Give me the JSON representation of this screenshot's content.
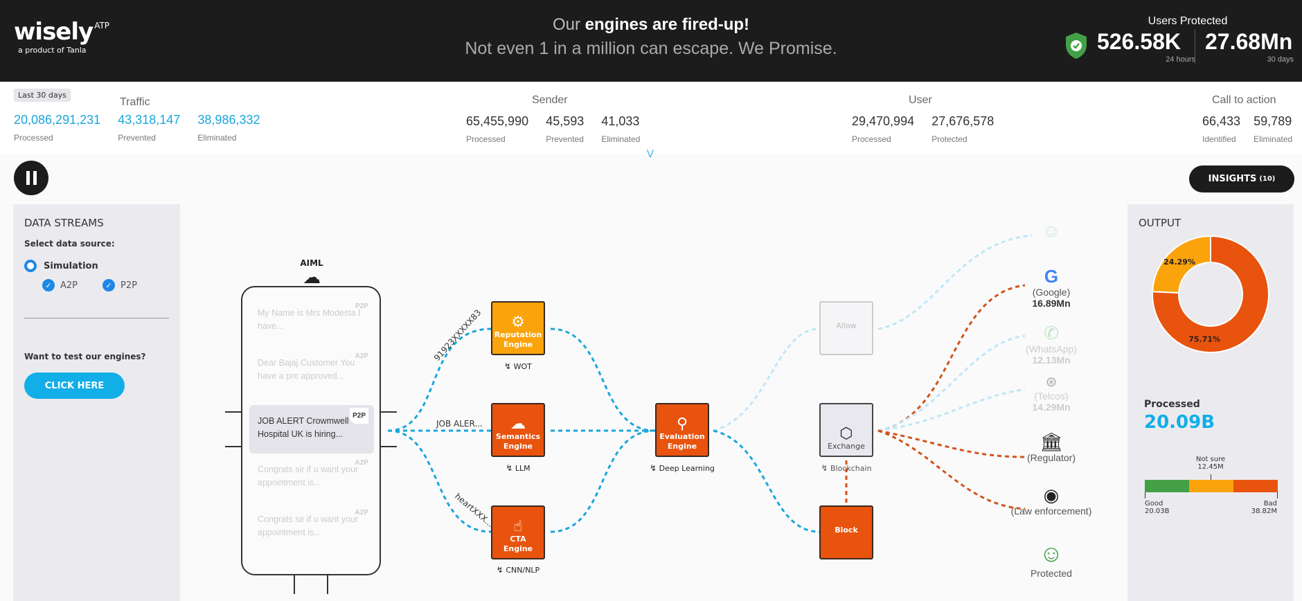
{
  "header": {
    "logo": "wisely",
    "logo_sup": "ATP",
    "logo_sub": "a product of Tanla",
    "tagline_pre": "Our ",
    "tagline_bold": "engines are fired-up!",
    "tagline2": "Not even 1 in a million can escape. We Promise.",
    "users_protected_title": "Users Protected",
    "val_24h": "526.58K",
    "lbl_24h": "24 hours",
    "val_30d": "27.68Mn",
    "lbl_30d": "30 days"
  },
  "stats": {
    "period": "Last 30 days",
    "traffic": {
      "title": "Traffic",
      "items": [
        {
          "v": "20,086,291,231",
          "l": "Processed"
        },
        {
          "v": "43,318,147",
          "l": "Prevented"
        },
        {
          "v": "38,986,332",
          "l": "Eliminated"
        }
      ]
    },
    "sender": {
      "title": "Sender",
      "items": [
        {
          "v": "65,455,990",
          "l": "Processed"
        },
        {
          "v": "45,593",
          "l": "Prevented"
        },
        {
          "v": "41,033",
          "l": "Eliminated"
        }
      ]
    },
    "user": {
      "title": "User",
      "items": [
        {
          "v": "29,470,994",
          "l": "Processed"
        },
        {
          "v": "27,676,578",
          "l": "Protected"
        }
      ]
    },
    "cta": {
      "title": "Call to action",
      "items": [
        {
          "v": "66,433",
          "l": "Identified"
        },
        {
          "v": "59,789",
          "l": "Eliminated"
        }
      ]
    }
  },
  "controls": {
    "insights": "INSIGHTS",
    "insights_count": "(10)"
  },
  "left": {
    "title": "DATA STREAMS",
    "select": "Select data source:",
    "radio": "Simulation",
    "checks": [
      "A2P",
      "P2P"
    ],
    "want": "Want to test our engines?",
    "button": "CLICK HERE"
  },
  "phone": {
    "title": "AIML",
    "messages": [
      {
        "text": "My Name is Mrs Modesta I have...",
        "type": "P2P"
      },
      {
        "text": "Dear Bajaj Customer You have a pre approved...",
        "type": "A2P"
      },
      {
        "text": "JOB ALERT Crowmwell Hospital UK is hiring...",
        "type": "P2P"
      },
      {
        "text": "Congrats sir if u want your appointment is...",
        "type": "A2P"
      },
      {
        "text": "Congrats sir if u want your appointment is...",
        "type": "A2P"
      }
    ]
  },
  "flow": {
    "path_labels": [
      "91923XXXXX83",
      "JOB ALER...",
      "heartXXX..."
    ],
    "engines": [
      {
        "name": "Reputation Engine",
        "tech": "WOT"
      },
      {
        "name": "Semantics Engine",
        "tech": "LLM"
      },
      {
        "name": "CTA Engine",
        "tech": "CNN/NLP"
      },
      {
        "name": "Evaluation Engine",
        "tech": "Deep Learning"
      }
    ],
    "allow": "Allow",
    "exchange": "Exchange",
    "exchange_tech": "Blockchain",
    "block": "Block"
  },
  "targets": [
    {
      "label": "(Google)",
      "value": "16.89Mn"
    },
    {
      "label": "(WhatsApp)",
      "value": "12.13Mn"
    },
    {
      "label": "(Telcos)",
      "value": "14.29Mn"
    },
    {
      "label": "(Regulator)"
    },
    {
      "label": "(Law enforcement)"
    },
    {
      "label": "Protected"
    }
  ],
  "output": {
    "title": "OUTPUT",
    "donut": [
      {
        "label": "24.29%",
        "value": 24.29,
        "color": "#fba30b"
      },
      {
        "label": "75.71%",
        "value": 75.71,
        "color": "#e8530e"
      }
    ],
    "processed_label": "Processed",
    "processed_value": "20.09B",
    "bar": {
      "good_label": "Good",
      "good_value": "20.03B",
      "notsure_label": "Not sure",
      "notsure_value": "12.45M",
      "bad_label": "Bad",
      "bad_value": "38.82M",
      "colors": [
        "#43a047",
        "#fba30b",
        "#e8530e"
      ]
    }
  }
}
